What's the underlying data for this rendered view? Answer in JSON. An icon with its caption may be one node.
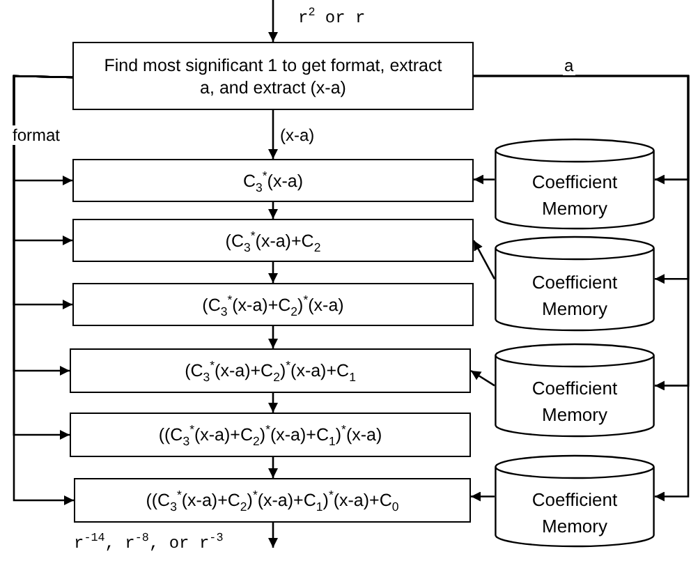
{
  "diagram": {
    "nodes": [
      {
        "text": [
          "Find most significant 1 to get format, extract a, and extract (x-a)"
        ]
      },
      {
        "text": [
          "C$_{3}$$^{*}$(x-a)"
        ]
      },
      {
        "text": [
          "(C$_{3}$$^{*}$(x-a)+C$_{2}$"
        ]
      },
      {
        "text": [
          "(C$_{3}$$^{*}$(x-a)+C$_{2}$)$^{*}$(x-a)"
        ]
      },
      {
        "text": [
          "(C$_{3}$$^{*}$(x-a)+C$_{2}$)$^{*}$(x-a)+C$_{1}$"
        ]
      },
      {
        "text": [
          "((C$_{3}$$^{*}$(x-a)+C$_{2}$)$^{*}$(x-a)+C$_{1}$)$^{*}$(x-a)"
        ]
      },
      {
        "text": [
          "((C$_{3}$$^{*}$(x-a)+C$_{2}$)$^{*}$(x-a)+C$_{1}$)$^{*}$(x-a)+C$_{0}$"
        ]
      },
      {
        "text": [
          "Coefficient Memory"
        ]
      },
      {
        "text": [
          "Coefficient Memory"
        ]
      },
      {
        "text": [
          "Coefficient Memory"
        ]
      },
      {
        "text": [
          "Coefficient Memory"
        ]
      }
    ],
    "edges": [
      {
        "from": null,
        "to": 0,
        "arrow": "to",
        "label": "r$^{2}$ or r"
      },
      {
        "from": 0,
        "to": 1,
        "arrow": "to",
        "label": "(x-a)"
      },
      {
        "from": 1,
        "to": 2,
        "arrow": "to"
      },
      {
        "from": 2,
        "to": 3,
        "arrow": "to"
      },
      {
        "from": 3,
        "to": 4,
        "arrow": "to"
      },
      {
        "from": 4,
        "to": 5,
        "arrow": "to"
      },
      {
        "from": 5,
        "to": 6,
        "arrow": "to"
      },
      {
        "from": 6,
        "to": null,
        "arrow": "to",
        "label": "r$^{-14}$, r$^{-8}$, or r$^{-3}$"
      },
      {
        "from": 0,
        "to": 1,
        "arrow": "to",
        "label": "format"
      },
      {
        "from": 0,
        "to": 2,
        "arrow": "to"
      },
      {
        "from": 0,
        "to": 3,
        "arrow": "to"
      },
      {
        "from": 0,
        "to": 4,
        "arrow": "to"
      },
      {
        "from": 0,
        "to": 5,
        "arrow": "to"
      },
      {
        "from": 0,
        "to": 6,
        "arrow": "to"
      },
      {
        "from": 0,
        "to": 7,
        "arrow": "to",
        "label": "a"
      },
      {
        "from": 0,
        "to": 8,
        "arrow": "to"
      },
      {
        "from": 0,
        "to": 9,
        "arrow": "to"
      },
      {
        "from": 0,
        "to": 10,
        "arrow": "to"
      },
      {
        "from": 7,
        "to": 1,
        "arrow": "to"
      },
      {
        "from": 8,
        "to": 2,
        "arrow": "to"
      },
      {
        "from": 9,
        "to": 4,
        "arrow": "to"
      },
      {
        "from": 10,
        "to": 6,
        "arrow": "to"
      }
    ]
  }
}
